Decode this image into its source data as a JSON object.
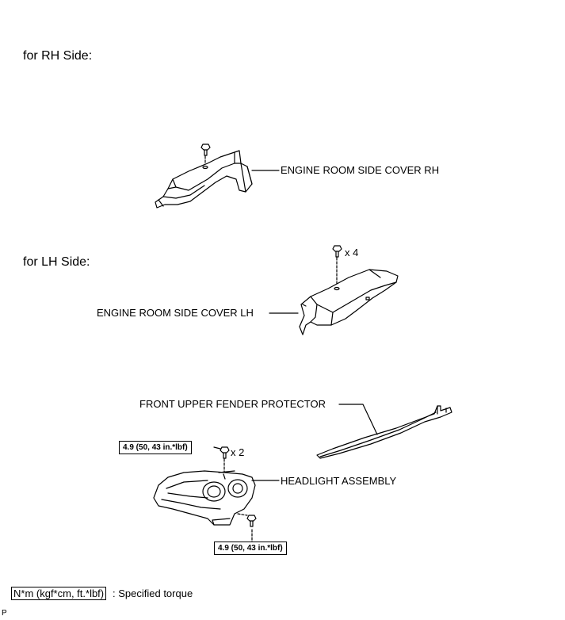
{
  "sections": {
    "rh_heading": "for RH Side:",
    "lh_heading": "for LH Side:"
  },
  "labels": {
    "engine_room_side_cover_rh": "ENGINE ROOM SIDE COVER RH",
    "engine_room_side_cover_lh": "ENGINE ROOM SIDE COVER LH",
    "front_upper_fender_protector": "FRONT UPPER FENDER PROTECTOR",
    "headlight_assembly": "HEADLIGHT ASSEMBLY"
  },
  "quantities": {
    "lh_clips": "x 4",
    "headlight_bolts": "x 2"
  },
  "torques": {
    "upper": "4.9 (50, 43 in.*lbf)",
    "lower": "4.9 (50, 43 in.*lbf)"
  },
  "legend": {
    "unit": "N*m (kgf*cm, ft.*lbf)",
    "description": ": Specified torque"
  },
  "corner_mark": "P"
}
